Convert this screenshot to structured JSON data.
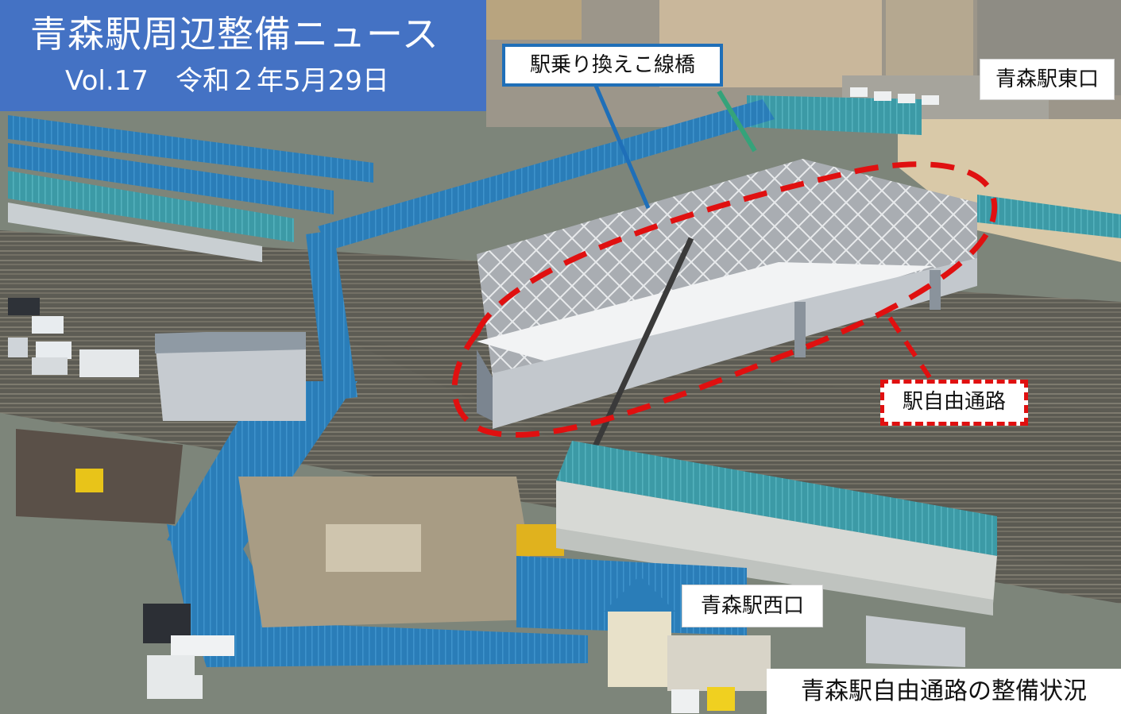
{
  "title": {
    "main": "青森駅周辺整備ニュース",
    "sub": "Vol.17　令和２年5月29日"
  },
  "labels": {
    "bridge": "駅乗り換えこ線橋",
    "east_exit": "青森駅東口",
    "free_passage": "駅自由通路",
    "west_exit": "青森駅西口"
  },
  "caption": "青森駅自由通路の整備状況",
  "colors": {
    "title_panel": "#4472c4",
    "bridge_callout": "#1f6fb8",
    "free_passage_outline": "#e01010",
    "roof_blue": "#2a7db8",
    "roof_teal": "#3c9aa6"
  }
}
